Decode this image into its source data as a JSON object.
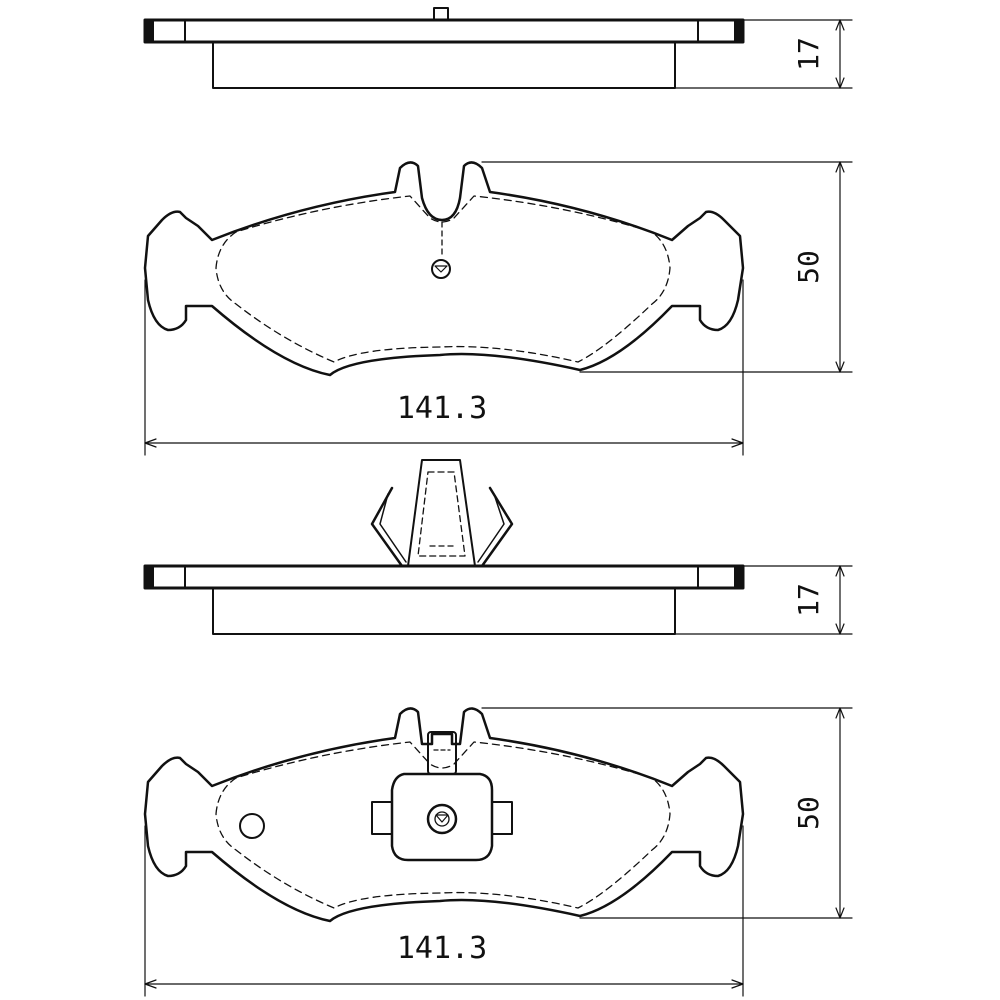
{
  "views": [
    {
      "name": "side-view-top",
      "thickness_label": "17"
    },
    {
      "name": "front-view-top",
      "height_label": "50",
      "width_label": "141.3"
    },
    {
      "name": "side-view-with-clip",
      "thickness_label": "17"
    },
    {
      "name": "back-view-bottom",
      "height_label": "50",
      "width_label": "141.3"
    }
  ],
  "colors": {
    "line": "#111111",
    "background": "#ffffff"
  }
}
